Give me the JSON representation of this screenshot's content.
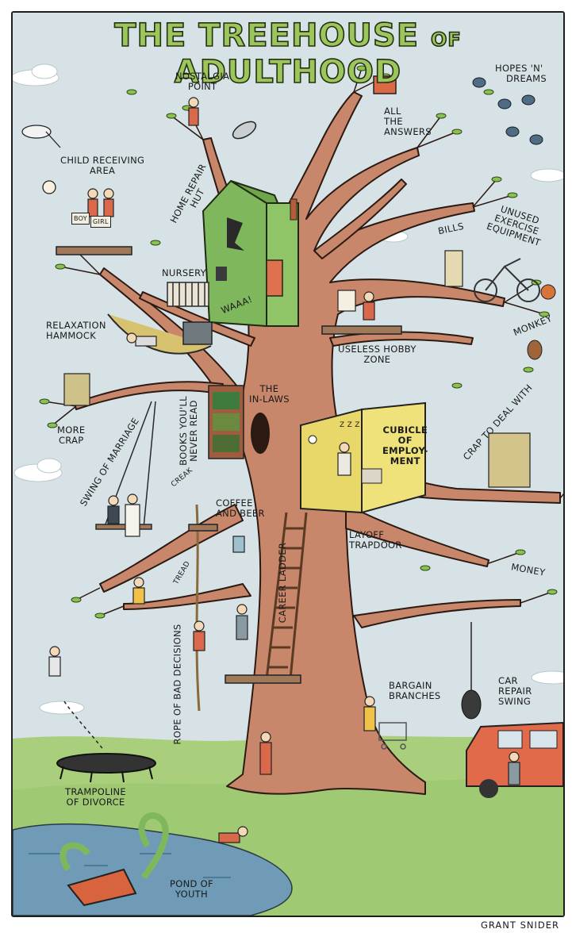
{
  "title": {
    "part1": "THE TREEHOUSE",
    "of": "OF",
    "part2": "ADULTHOOD"
  },
  "credit": "GRANT SNIDER",
  "labels": {
    "nostalgia": [
      "NOSTALGIA",
      "POINT"
    ],
    "hopes": [
      "HOPES 'N'",
      "DREAMS"
    ],
    "answers": [
      "ALL",
      "THE",
      "ANSWERS"
    ],
    "child": [
      "CHILD RECEIVING",
      "AREA"
    ],
    "repair": [
      "HOME REPAIR",
      "HUT"
    ],
    "bills": "BILLS",
    "exercise": [
      "UNUSED",
      "EXERCISE",
      "EQUIPMENT"
    ],
    "nursery": "NURSERY",
    "waaa": "WAAA!",
    "monkey": "MONKEY",
    "hammock": [
      "RELAXATION",
      "HAMMOCK"
    ],
    "hobby": [
      "USELESS HOBBY",
      "ZONE"
    ],
    "inlaws": [
      "THE",
      "IN-LAWS"
    ],
    "morecrap": [
      "MORE",
      "CRAP"
    ],
    "books": [
      "BOOKS YOU'LL",
      "NEVER READ"
    ],
    "swing": "SWING OF MARRIAGE",
    "crapdeal": "CRAP TO DEAL WITH",
    "cubicle": [
      "CUBICLE",
      "OF",
      "EMPLOY-",
      "MENT"
    ],
    "zzz": "Z Z Z",
    "creak": "CREAK",
    "coffee": [
      "COFFEE",
      "AND BEER"
    ],
    "layoff": [
      "LAYOFF",
      "TRAPDOOR"
    ],
    "money": "MONEY",
    "careerladder": "CAREER LADDER",
    "tread": "TREAD",
    "ropebad": "ROPE OF BAD DECISIONS",
    "bargain": [
      "BARGAIN",
      "BRANCHES"
    ],
    "carrepair": [
      "CAR",
      "REPAIR",
      "SWING"
    ],
    "trampoline": [
      "TRAMPOLINE",
      "OF DIVORCE"
    ],
    "pond": [
      "POND OF",
      "YOUTH"
    ],
    "boy": "BOY",
    "girl": "GIRL"
  },
  "colors": {
    "sky": "#d7e2e6",
    "trunk": "#c8876a",
    "grass": "#a9cf7c",
    "pond": "#6f9bb7",
    "title": "#9cc65c",
    "hut": "#7fb75c",
    "cubicle": "#efe27a",
    "car": "#e06a4a"
  }
}
